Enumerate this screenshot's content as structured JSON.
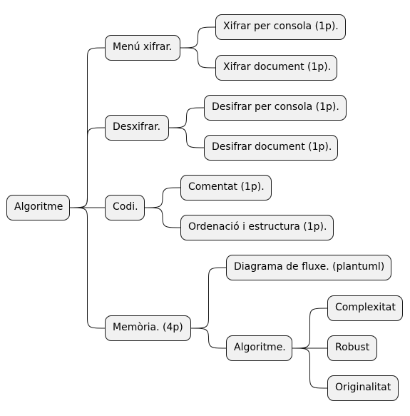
{
  "mindmap": {
    "root": "Algoritme",
    "branches": [
      {
        "label": "Menú xifrar.",
        "children": [
          "Xifrar per consola (1p).",
          "Xifrar document (1p)."
        ]
      },
      {
        "label": "Desxifrar.",
        "children": [
          "Desifrar per consola (1p).",
          "Desifrar document (1p)."
        ]
      },
      {
        "label": "Codi.",
        "children": [
          "Comentat (1p).",
          "Ordenació i estructura (1p)."
        ]
      },
      {
        "label": "Memòria. (4p)",
        "children": [
          "Diagrama de fluxe. (plantuml)",
          "Algoritme."
        ],
        "grandchildren": [
          "Complexitat",
          "Robust",
          "Originalitat"
        ]
      }
    ]
  }
}
